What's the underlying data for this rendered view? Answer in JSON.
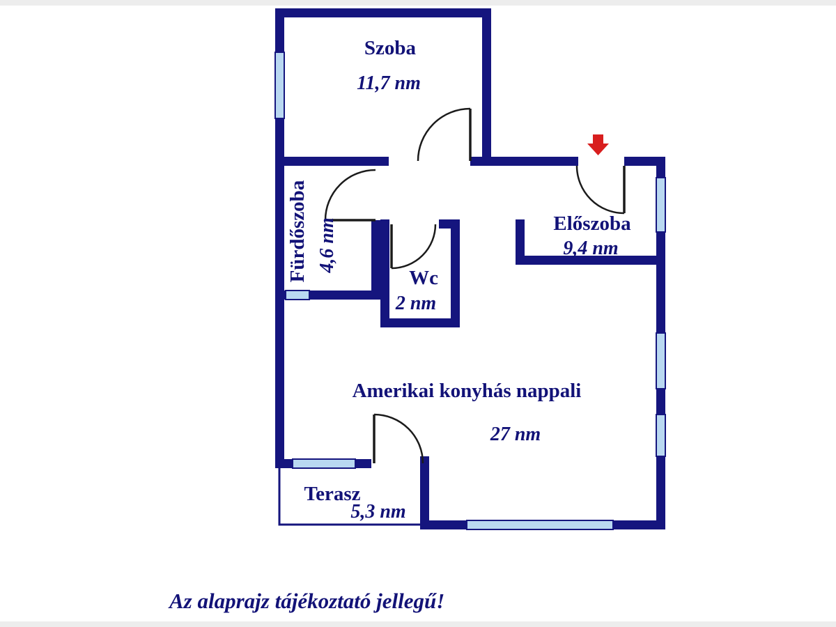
{
  "colors": {
    "wall": "#15157e",
    "window": "#b9d8f1",
    "text": "#121277",
    "door": "#1b1b1b",
    "arrow": "#d81e1e",
    "background": "#ffffff"
  },
  "rooms": [
    {
      "name": "Szoba",
      "area": "11,7 nm"
    },
    {
      "name": "Fürdőszoba",
      "area": "4,6 nm"
    },
    {
      "name": "Wc",
      "area": "2 nm"
    },
    {
      "name": "Előszoba",
      "area": "9,4 nm"
    },
    {
      "name": "Amerikai konyhás nappali",
      "area": "27 nm"
    },
    {
      "name": "Terasz",
      "area": "5,3 nm"
    }
  ],
  "disclaimer": "Az alaprajz tájékoztató jellegű!"
}
